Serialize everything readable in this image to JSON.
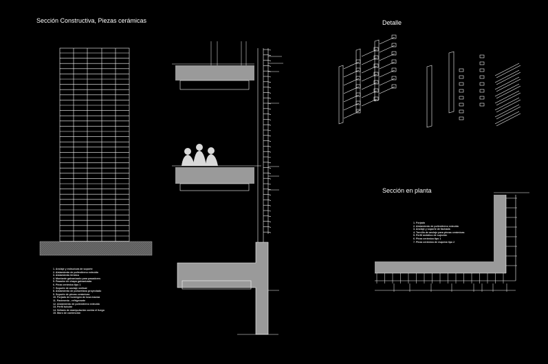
{
  "titles": {
    "section": "Sección Constructiva, Piezas cerámicas",
    "detail": "Detalle",
    "plan": "Sección en planta"
  },
  "legend_main": [
    "1. Anclaje y estructura de soporte",
    "2. Aislamiento de poliestireno extruido",
    "3. Aislamiento térmico",
    "4. Montante galvanizado para pasadores",
    "5. Pasador de chapa galvanizada",
    "6. Pieza cerámica tipo 1",
    "7. Soporte de anclaje vertical",
    "8. Aislamiento de poliuretano proyectado",
    "9. Soporte de piezas cerámicas",
    "10. Forjado de hormigón de losa maciza",
    "11. Pavimento - refrigerante",
    "12. Aislamiento de poliestireno extruido",
    "13. Perfil tubular",
    "14. Sellado de manipulación contra el fuego",
    "15. Muro de contención"
  ],
  "legend_plan": [
    "1. Forjado",
    "2. Aislamiento de poliestireno extruido",
    "3. Anclaje y soporte de fachada",
    "4. Tornillo de anclaje para piezas cerámicas",
    "5. Perfil metálico de sujeción",
    "6. Pieza cerámica tipo 1",
    "7. Pieza cerámica de esquina tipo 2"
  ],
  "colors": {
    "background": "#000000",
    "lines": "#ffffff",
    "slab": "#9a9a9a",
    "ground": "#6a6a6a"
  }
}
